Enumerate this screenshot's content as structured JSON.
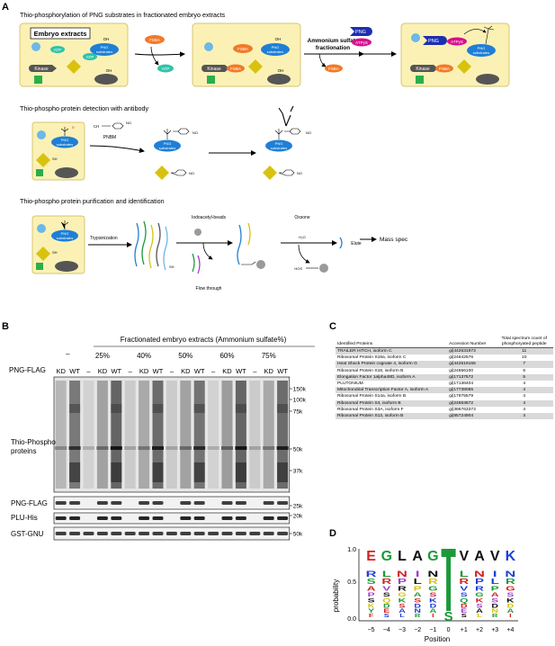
{
  "panel_letters": {
    "a": "A",
    "b": "B",
    "c": "C",
    "d": "D"
  },
  "panel_a": {
    "section_titles": [
      "Thio-phosphorylation of PNG substrates in fractionated embryo extracts",
      "Thio-phospho protein detection with antibody",
      "Thio-phospho protein purification and identification"
    ],
    "labels": {
      "embryo_extracts": "Embryo extracts",
      "atp": "ATP",
      "kinase": "Kinase",
      "png_substrates_1": "PNG",
      "png_substrates_2": "substrates",
      "fsba": "FSBA",
      "oh": "OH",
      "sh": "SH",
      "ammonium_1": "Ammonium sulfate",
      "ammonium_2": "fractionation",
      "png": "PNG",
      "atpgs": "ATPγS",
      "pnbm": "PNBM",
      "no2": "NO",
      "ch2br": "CH",
      "trypsinization": "Trypsinization",
      "iodoacetyl": "Iodoacetyl-beads",
      "flow_through": "Flow through",
      "oxsone": "Oxsone",
      "h2o": "H₂O",
      "hos": "HOS",
      "elute": "Elute",
      "mass_spec": "Mass spec"
    }
  },
  "panel_b": {
    "header": "Fractionated embryo extracts (Ammonium sulfate%)",
    "fractions": [
      "–",
      "25%",
      "40%",
      "50%",
      "60%",
      "75%"
    ],
    "row_label": "PNG-FLAG",
    "lane_labels": [
      "KD",
      "WT",
      "–",
      "KD",
      "WT",
      "–",
      "KD",
      "WT",
      "–",
      "KD",
      "WT",
      "–",
      "KD",
      "WT",
      "–",
      "KD",
      "WT"
    ],
    "markers_main": [
      "150k",
      "100k",
      "75k",
      "50k",
      "37k"
    ],
    "blot_labels": [
      "Thio-Phospho",
      "proteins",
      "PNG-FLAG",
      "PLU-His",
      "GST-GNU"
    ],
    "markers_small": [
      "25k",
      "20k",
      "50k"
    ]
  },
  "panel_c": {
    "columns": [
      "Identified Proteins",
      "Accession Number",
      "Total spectrum count of",
      "phosphoryated peptide"
    ],
    "rows": [
      [
        "TRAILER HITCH, isoform C",
        "gi|442631973",
        "11"
      ],
      [
        "Ribosomal Protein S19a, isoform C",
        "gi|24642576",
        "10"
      ],
      [
        "Heat Shock Protein cognate 4, isoform G",
        "gi|442619165",
        "7"
      ],
      [
        "Ribosomal Protein S18, isoform B",
        "gi|24656100",
        "6"
      ],
      [
        "Elongation Factor 1alpha48D, isoform A",
        "gi|17137572",
        "5"
      ],
      [
        "PLUTONIUM",
        "gi|17136404",
        "4"
      ],
      [
        "Mitochondrial Transcription Factor A, isoform A",
        "gi|17738065",
        "4"
      ],
      [
        "Ribosomal Protein S14a, isoform B",
        "gi|17975579",
        "4"
      ],
      [
        "Ribosomal Protein S4, isoform B",
        "gi|24663672",
        "4"
      ],
      [
        "Ribosomal Protein S3A, isoform F",
        "gi|386763373",
        "4"
      ],
      [
        "Ribosomal Protein S13, isoform B",
        "gi|85724904",
        "4"
      ]
    ]
  },
  "panel_d": {
    "ylabel": "probability",
    "xlabel": "Position",
    "yticks": [
      "1.0",
      "0.5",
      "0.0"
    ],
    "positions": [
      "−5",
      "−4",
      "−3",
      "−2",
      "−1",
      "0",
      "+1",
      "+2",
      "+3",
      "+4"
    ],
    "top_letters": [
      "E",
      "G",
      "L",
      "A",
      "G",
      "T",
      "V",
      "A",
      "V",
      "K"
    ],
    "top_colors": [
      "#d62020",
      "#1a9a3a",
      "#111111",
      "#111111",
      "#1a9a3a",
      "#1a9a3a",
      "#111111",
      "#111111",
      "#111111",
      "#1f3fd8"
    ],
    "central_bottom": "S"
  }
}
